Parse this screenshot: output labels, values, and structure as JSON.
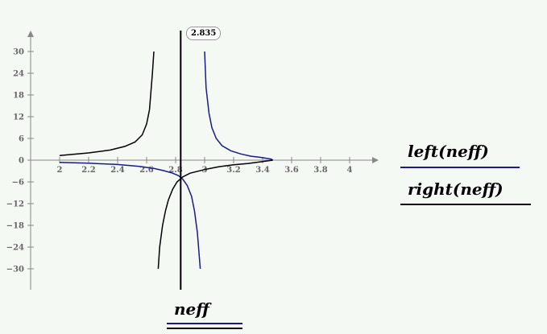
{
  "marker": {
    "value": "2.835",
    "x": 2.835
  },
  "legend": {
    "left": {
      "label": "left(neff)",
      "color": "#1a1a8c"
    },
    "right": {
      "label": "right(neff)",
      "color": "#000000"
    }
  },
  "x_axis_label": "neff",
  "chart_data": {
    "type": "line",
    "xlim": [
      1.9,
      4.2
    ],
    "ylim": [
      -34,
      34
    ],
    "x_ticks": [
      "2",
      "2.2",
      "2.4",
      "2.6",
      "2.8",
      "3",
      "3.2",
      "3.4",
      "3.6",
      "3.8",
      "4"
    ],
    "y_ticks": [
      "30",
      "24",
      "18",
      "12",
      "6",
      "0",
      "−6",
      "−12",
      "−18",
      "−24",
      "−30"
    ],
    "series": [
      {
        "name": "left(neff)",
        "color": "#1a1a8c",
        "segments": [
          [
            [
              2.0,
              -0.6
            ],
            [
              2.2,
              -0.85
            ],
            [
              2.4,
              -1.2
            ],
            [
              2.55,
              -1.7
            ],
            [
              2.65,
              -2.3
            ],
            [
              2.72,
              -2.9
            ],
            [
              2.78,
              -3.6
            ],
            [
              2.82,
              -4.3
            ],
            [
              2.85,
              -5.3
            ],
            [
              2.88,
              -7.0
            ],
            [
              2.91,
              -10.0
            ],
            [
              2.93,
              -14.0
            ],
            [
              2.95,
              -20.0
            ],
            [
              2.96,
              -25.0
            ],
            [
              2.97,
              -30.0
            ]
          ],
          [
            [
              3.0,
              30.0
            ],
            [
              3.01,
              20.0
            ],
            [
              3.03,
              13.0
            ],
            [
              3.05,
              9.0
            ],
            [
              3.08,
              6.0
            ],
            [
              3.12,
              4.0
            ],
            [
              3.18,
              2.6
            ],
            [
              3.25,
              1.7
            ],
            [
              3.32,
              1.1
            ],
            [
              3.38,
              0.8
            ],
            [
              3.42,
              0.55
            ],
            [
              3.46,
              0.3
            ],
            [
              3.47,
              0.0
            ]
          ]
        ]
      },
      {
        "name": "right(neff)",
        "color": "#000000",
        "segments": [
          [
            [
              2.0,
              1.3
            ],
            [
              2.2,
              2.0
            ],
            [
              2.35,
              2.8
            ],
            [
              2.45,
              3.8
            ],
            [
              2.52,
              5.0
            ],
            [
              2.57,
              7.0
            ],
            [
              2.6,
              10.0
            ],
            [
              2.62,
              14.0
            ],
            [
              2.63,
              19.0
            ],
            [
              2.64,
              24.0
            ],
            [
              2.65,
              30.0
            ]
          ],
          [
            [
              2.68,
              -30.0
            ],
            [
              2.69,
              -24.0
            ],
            [
              2.71,
              -18.0
            ],
            [
              2.73,
              -14.0
            ],
            [
              2.75,
              -11.0
            ],
            [
              2.78,
              -8.0
            ],
            [
              2.81,
              -6.0
            ],
            [
              2.85,
              -4.6
            ],
            [
              2.9,
              -3.6
            ],
            [
              3.0,
              -2.6
            ],
            [
              3.1,
              -1.8
            ],
            [
              3.2,
              -1.3
            ],
            [
              3.3,
              -0.9
            ],
            [
              3.4,
              -0.4
            ],
            [
              3.47,
              0.0
            ]
          ]
        ]
      }
    ]
  }
}
